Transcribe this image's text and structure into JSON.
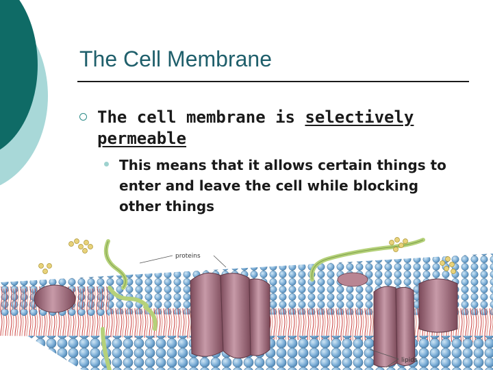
{
  "slide": {
    "title": "The Cell Membrane",
    "bullet_1": {
      "prefix": "The cell membrane is ",
      "emphasis": "selectively permeable"
    },
    "bullet_2": {
      "text": "This means that it allows certain things to enter and leave the cell while blocking other things"
    }
  },
  "figure": {
    "labels": {
      "proteins": "proteins",
      "lipids": "lipids"
    }
  },
  "colors": {
    "deco_dark": "#0f6b66",
    "deco_light": "#a8d8d8",
    "title": "#1f5f6b",
    "lipid_head": "#7fb0d8",
    "protein": "#a8707f",
    "sugar_chain": "#b5d17a",
    "tails": "#c83a3a"
  },
  "icons": {
    "bullet_1": "hollow-circle-bullet-icon",
    "bullet_2": "dot-bullet-icon"
  }
}
